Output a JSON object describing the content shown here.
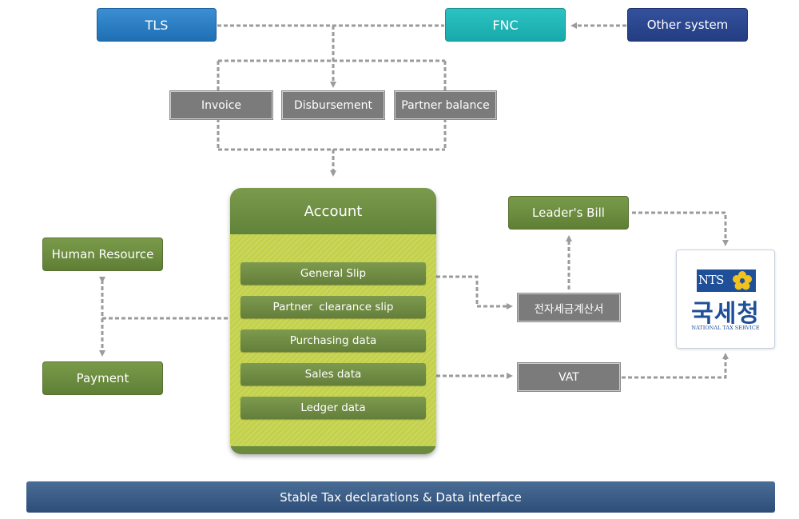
{
  "sources": {
    "tls": "TLS",
    "fnc": "FNC",
    "other_system": "Other system"
  },
  "modules": {
    "invoice": "Invoice",
    "disbursement": "Disbursement",
    "partner_balance": "Partner balance"
  },
  "account": {
    "title": "Account",
    "items": [
      "General Slip",
      "Partner  clearance slip",
      "Purchasing data",
      "Sales data",
      "Ledger data"
    ]
  },
  "hr": {
    "human_resource": "Human Resource",
    "payment": "Payment"
  },
  "outputs": {
    "leaders_bill": "Leader's Bill",
    "e_tax_invoice": "전자세금계산서",
    "vat": "VAT"
  },
  "nts_logo": {
    "abbr": "NTS",
    "korean": "국세청",
    "english": "NATIONAL TAX SERVICE",
    "brand_color": "#1e4f98",
    "emblem_color": "#f2c21c"
  },
  "footer": {
    "label": "Stable Tax declarations & Data interface"
  },
  "colors": {
    "tls": "#2a7fc5",
    "fnc": "#20b6b6",
    "other_system": "#2c4890",
    "module_gray": "#7b7b7b",
    "green": "#6e8d41",
    "account_body": "#c3d14a",
    "footer": "#3b5d86",
    "connector": "#9b9b9b"
  }
}
